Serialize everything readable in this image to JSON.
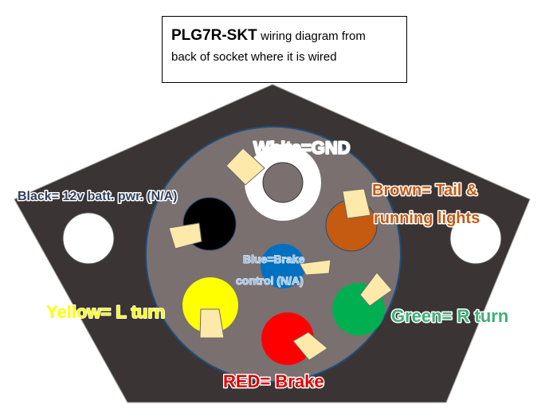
{
  "title": {
    "part": "PLG7R-SKT",
    "description_line1": "wiring diagram from",
    "description_line2": "back of socket where it is wired"
  },
  "labels": {
    "white": "White=GND",
    "black": "Black= 12v batt. pwr. (N/A)",
    "brown_line1": "Brown= Tail &",
    "brown_line2": "running lights",
    "blue_line1": "Blue=Brake",
    "blue_line2": "control (N/A)",
    "yellow": "Yellow= L turn",
    "green": "Green= R turn",
    "red": "RED= Brake"
  },
  "colors": {
    "housing": "#3a3434",
    "socket_face": "#7a7070",
    "white_pin": "#ffffff",
    "black_pin": "#000000",
    "brown_pin": "#c55a11",
    "blue_pin": "#0070c0",
    "yellow_pin": "#ffff00",
    "green_pin": "#00b050",
    "red_pin": "#ff0000",
    "terminal": "#fde9a9"
  }
}
